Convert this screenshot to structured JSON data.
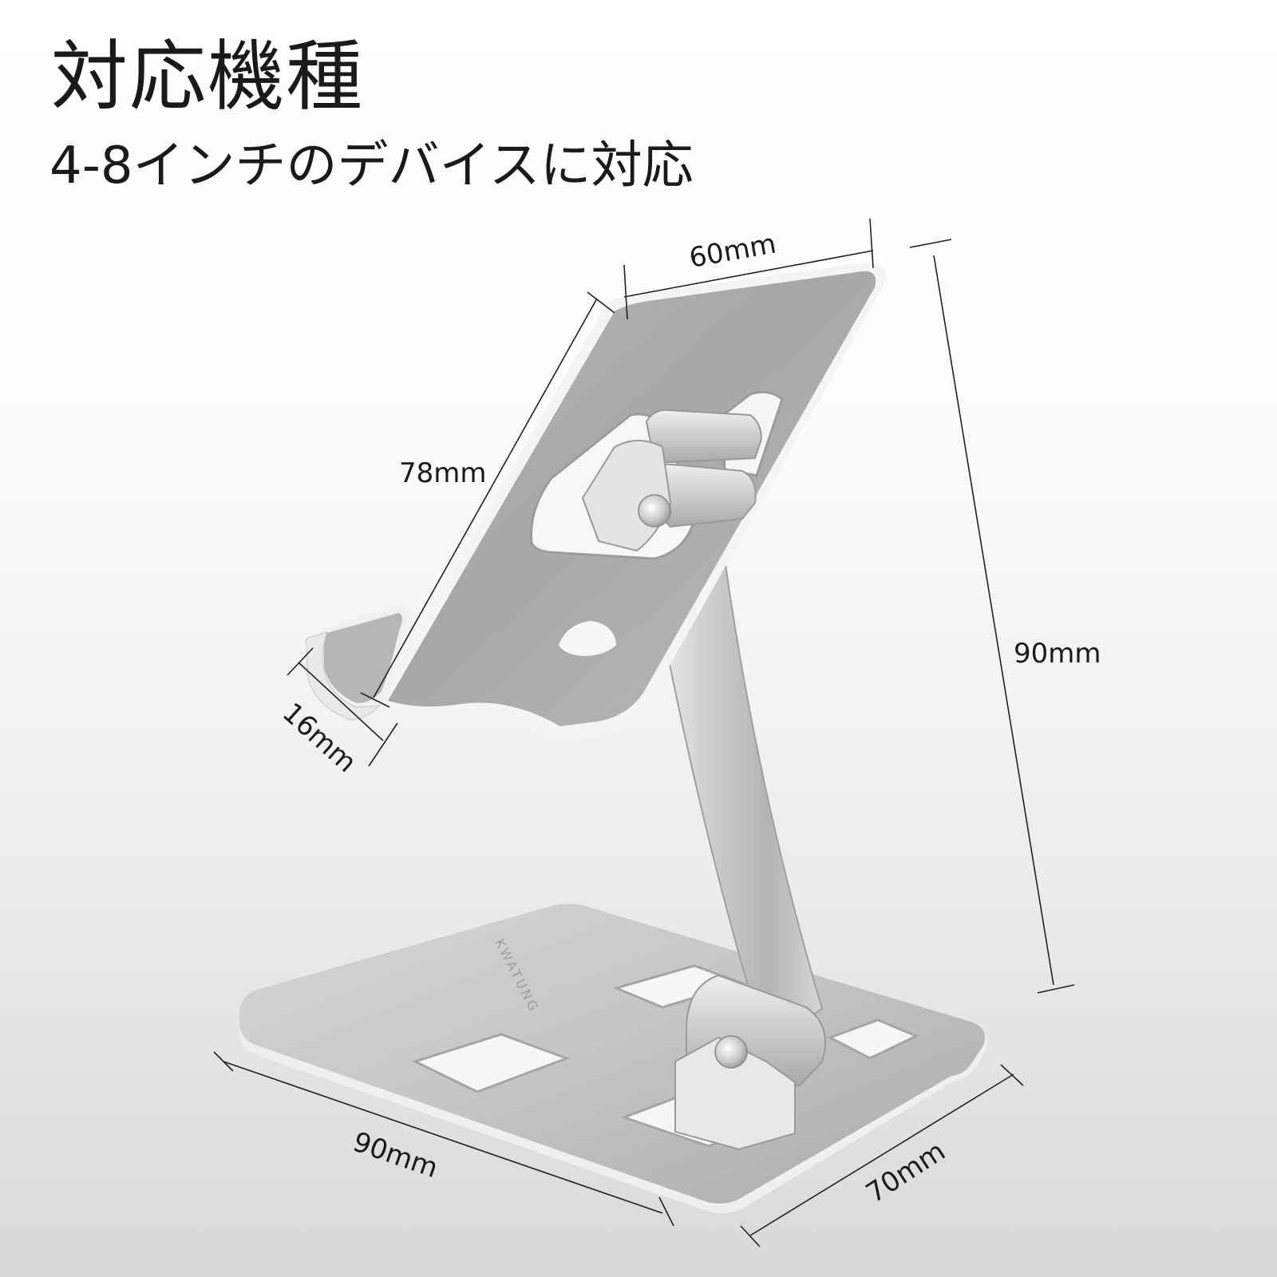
{
  "heading": {
    "title": "対応機種",
    "subtitle": "4-8インチのデバイスに対応"
  },
  "dimensions": {
    "plate_width": "60mm",
    "plate_length": "78mm",
    "lip_depth": "16mm",
    "height": "90mm",
    "base_length": "90mm",
    "base_width": "70mm"
  },
  "brand_engraving": "KWATUNG",
  "colors": {
    "aluminum_light": "#e4e4e4",
    "aluminum_mid": "#bdbdbd",
    "aluminum_dark": "#9a9a9a",
    "text": "#1a1a1a"
  }
}
